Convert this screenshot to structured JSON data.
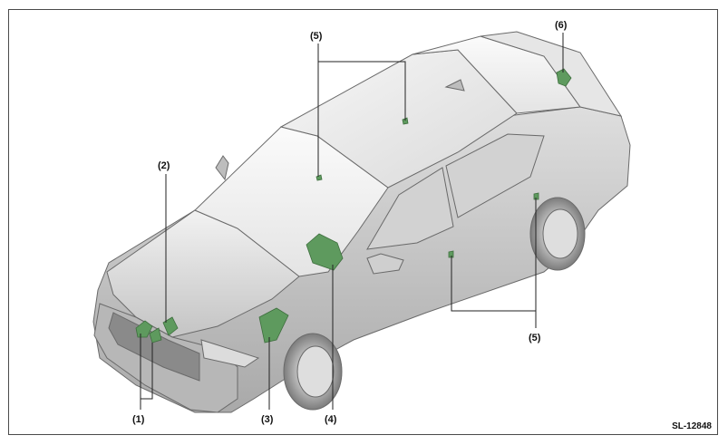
{
  "diagram": {
    "callouts": [
      {
        "id": "c1",
        "label": "(1)"
      },
      {
        "id": "c2",
        "label": "(2)"
      },
      {
        "id": "c3",
        "label": "(3)"
      },
      {
        "id": "c4",
        "label": "(4)"
      },
      {
        "id": "c5a",
        "label": "(5)"
      },
      {
        "id": "c5b",
        "label": "(5)"
      },
      {
        "id": "c6",
        "label": "(6)"
      }
    ],
    "reference_code": "SL-12848",
    "colors": {
      "body_light": "#eeeeee",
      "body_mid": "#cfcfcf",
      "body_dark": "#8f8f8f",
      "outline": "#6a6a6a",
      "highlight_green": "#5e9a5e",
      "leader_line": "#222222"
    }
  }
}
